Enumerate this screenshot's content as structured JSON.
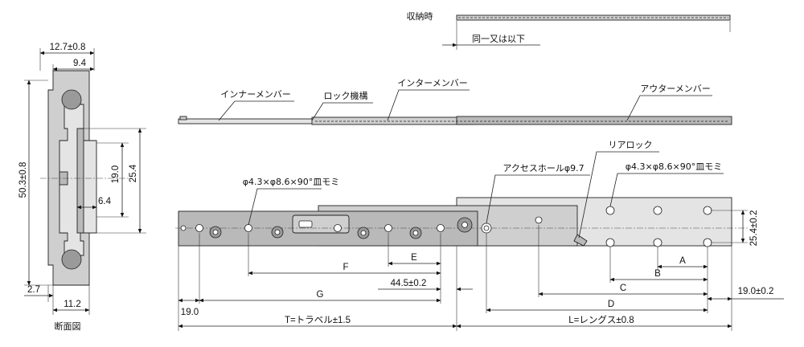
{
  "cross_section": {
    "caption": "断面図",
    "dims": {
      "width_total": "12.7±0.8",
      "width_inner": "9.4",
      "height_total": "50.3±0.8",
      "height_19": "19.0",
      "height_25": "25.4",
      "depth_6_4": "6.4",
      "bottom_2_7": "2.7",
      "bottom_11_2": "11.2"
    }
  },
  "stored": {
    "label": "収納時",
    "note": "同一又は以下"
  },
  "extended_view": {
    "labels": {
      "inner_member": "インナーメンバー",
      "lock_mechanism": "ロック機構",
      "intermediate_member": "インターメンバー",
      "outer_member": "アウターメンバー"
    }
  },
  "plan_view": {
    "labels": {
      "countersink_left": "φ4.3×φ8.6×90°皿モミ",
      "access_hole": "アクセスホールφ9.7",
      "rear_lock": "リアロック",
      "countersink_right": "φ4.3×φ8.6×90°皿モミ"
    },
    "dims": {
      "E": "E",
      "F": "F",
      "G": "G",
      "d_44_5": "44.5±0.2",
      "d_19_left": "19.0",
      "travel": "T=トラベル±1.5",
      "A": "A",
      "B": "B",
      "C": "C",
      "D": "D",
      "length": "L=レングス±0.8",
      "d_19_right": "19.0±0.2",
      "d_25_4": "25.4±0.2"
    }
  }
}
